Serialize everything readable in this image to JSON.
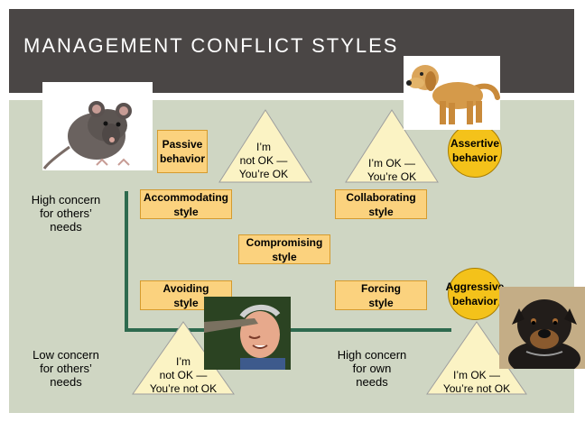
{
  "title": "MANAGEMENT CONFLICT STYLES",
  "boxes": {
    "passive": "Passive\nbehavior",
    "accommodating": "Accommodating\nstyle",
    "collaborating": "Collaborating\nstyle",
    "compromising": "Compromising\nstyle",
    "avoiding": "Avoiding\nstyle",
    "forcing": "Forcing\nstyle"
  },
  "circles": {
    "assertive": "Assertive\nbehavior",
    "aggressive": "Aggressive\nbehavior"
  },
  "triangles": {
    "top_left": "I’m\nnot OK —\nYou’re OK",
    "top_right": "I’m OK —\nYou’re OK",
    "bottom_left": "I’m\nnot OK —\nYou’re not OK",
    "bottom_right": "I’m OK —\nYou’re not OK"
  },
  "axis_labels": {
    "high_concern_others": "High concern\nfor others’\nneeds",
    "low_concern_others": "Low concern\nfor others’\nneeds",
    "high_concern_own": "High concern\nfor own\nneeds"
  },
  "images": [
    "rat-photo",
    "golden-retriever-photo",
    "man-hit-by-branch-photo",
    "rottweiler-photo"
  ],
  "colors": {
    "title_bar": "#4a4645",
    "content_bg": "#cfd6c3",
    "box_fill": "#fbd27e",
    "circle_fill": "#f4c21a",
    "triangle_fill": "#fbf3c4",
    "axis": "#2e6a4e"
  }
}
